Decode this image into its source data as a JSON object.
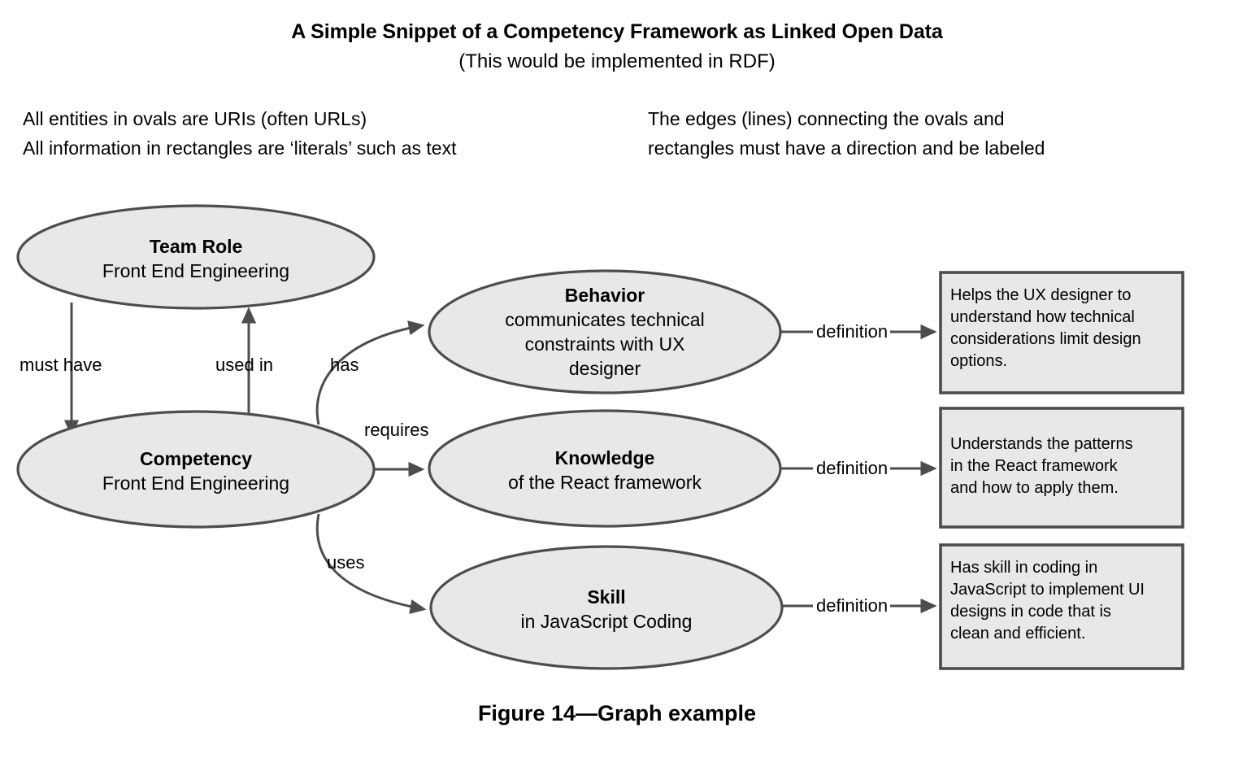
{
  "header": {
    "title": "A Simple Snippet of a Competency Framework as Linked Open Data",
    "subtitle": "(This would be implemented in RDF)",
    "legend_left": [
      "All entities in ovals are URIs (often URLs)",
      "All information in rectangles are ‘literals’ such as text"
    ],
    "legend_right": [
      "The edges (lines) connecting the ovals and",
      "rectangles must have a direction and be labeled"
    ]
  },
  "caption": "Figure 14—Graph example",
  "colors": {
    "node_fill": "#e8e8e8",
    "node_stroke": "#4d4d4d",
    "background": "#ffffff",
    "text": "#000000"
  },
  "graph": {
    "nodes": [
      {
        "id": "team-role",
        "shape": "oval",
        "type_label": "Team Role",
        "value_label": "Front End Engineering"
      },
      {
        "id": "competency",
        "shape": "oval",
        "type_label": "Competency",
        "value_label": "Front End Engineering"
      },
      {
        "id": "behavior",
        "shape": "oval",
        "type_label": "Behavior",
        "value_label": "communicates technical constraints with UX designer"
      },
      {
        "id": "knowledge",
        "shape": "oval",
        "type_label": "Knowledge",
        "value_label": "of the React framework"
      },
      {
        "id": "skill",
        "shape": "oval",
        "type_label": "Skill",
        "value_label": "in JavaScript Coding"
      },
      {
        "id": "behavior-definition",
        "shape": "rectangle",
        "text": "Helps the UX designer to understand how technical considerations limit design options."
      },
      {
        "id": "knowledge-definition",
        "shape": "rectangle",
        "text": "Understands the patterns in the React framework and how to apply them."
      },
      {
        "id": "skill-definition",
        "shape": "rectangle",
        "text": "Has skill in coding in JavaScript to implement UI designs in code that is clean and efficient."
      }
    ],
    "edges": [
      {
        "id": "must-have",
        "label": "must have",
        "from": "team-role",
        "to": "competency"
      },
      {
        "id": "used-in",
        "label": "used in",
        "from": "competency",
        "to": "team-role"
      },
      {
        "id": "has",
        "label": "has",
        "from": "competency",
        "to": "behavior"
      },
      {
        "id": "requires",
        "label": "requires",
        "from": "competency",
        "to": "knowledge"
      },
      {
        "id": "uses",
        "label": "uses",
        "from": "competency",
        "to": "skill"
      },
      {
        "id": "definition-behavior",
        "label": "definition",
        "from": "behavior",
        "to": "behavior-definition"
      },
      {
        "id": "definition-knowledge",
        "label": "definition",
        "from": "knowledge",
        "to": "knowledge-definition"
      },
      {
        "id": "definition-skill",
        "label": "definition",
        "from": "skill",
        "to": "skill-definition"
      }
    ]
  },
  "oval_lines": {
    "behavior_value_l1": "communicates technical",
    "behavior_value_l2": "constraints with UX",
    "behavior_value_l3": "designer"
  },
  "box_lines": {
    "behavior": [
      "Helps the UX designer to",
      "understand how technical",
      "considerations limit design",
      "options."
    ],
    "knowledge": [
      "Understands the patterns",
      "in the React framework",
      "and how to apply them."
    ],
    "skill": [
      "Has skill in coding in",
      "JavaScript to implement UI",
      "designs in code that is",
      "clean and efficient."
    ]
  }
}
